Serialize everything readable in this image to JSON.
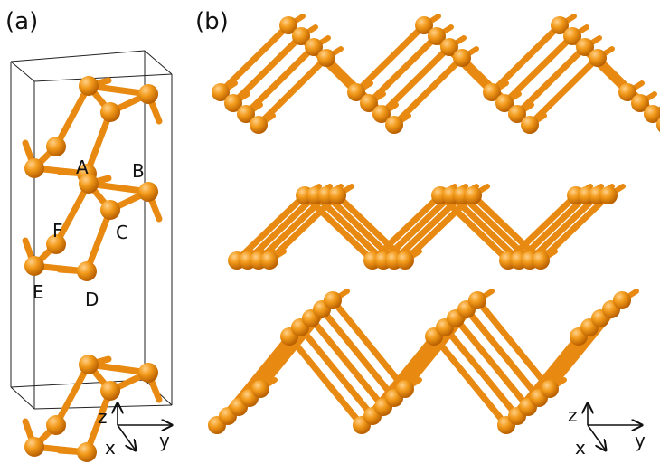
{
  "panels": [
    {
      "label": "(a)"
    },
    {
      "label": "(b)"
    }
  ],
  "atom_labels": [
    "A",
    "B",
    "C",
    "D",
    "E",
    "F"
  ],
  "axes": {
    "x": "x",
    "y": "y",
    "z": "z"
  },
  "colors": {
    "atom": "#f29a1a",
    "atom_dark": "#b85f00",
    "atom_highlight": "#ffd089",
    "bond": "#e88a12",
    "cell_edge": "#222222"
  }
}
